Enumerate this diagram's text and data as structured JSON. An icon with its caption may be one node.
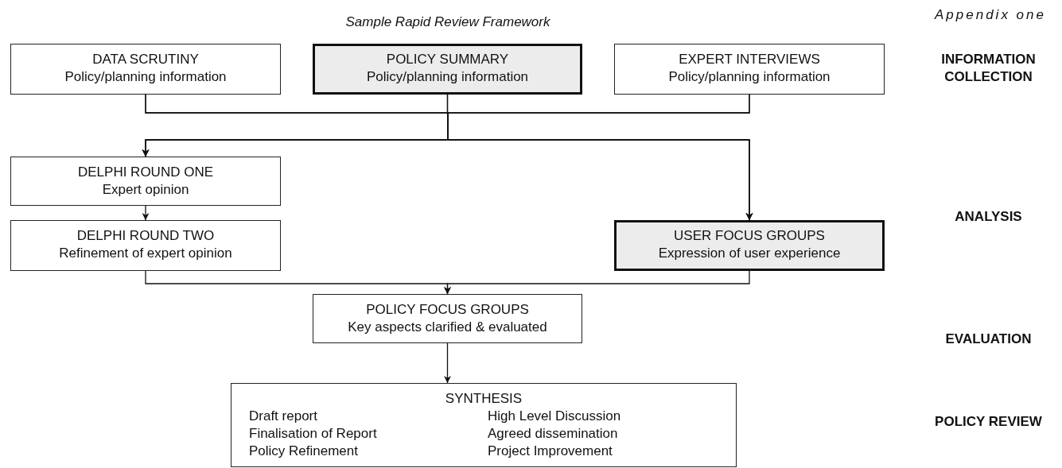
{
  "diagram": {
    "title": "Sample Rapid Review Framework",
    "nodes": [
      {
        "text": [
          "DATA SCRUTINY",
          "Policy/planning information"
        ]
      },
      {
        "text": [
          "POLICY SUMMARY",
          "Policy/planning information"
        ]
      },
      {
        "text": [
          "EXPERT INTERVIEWS",
          "Policy/planning information"
        ]
      },
      {
        "text": [
          "DELPHI ROUND ONE",
          "Expert opinion"
        ]
      },
      {
        "text": [
          "DELPHI ROUND TWO",
          "Refinement of expert opinion"
        ]
      },
      {
        "text": [
          "USER FOCUS GROUPS",
          "Expression of user experience"
        ]
      },
      {
        "text": [
          "POLICY FOCUS GROUPS",
          "Key aspects clarified & evaluated"
        ]
      },
      {
        "text": [
          "SYNTHESIS",
          "Draft report",
          "High Level Discussion",
          "Finalisation of Report",
          "Agreed dissemination",
          "Policy Refinement",
          "Project Improvement"
        ]
      }
    ],
    "edges": [
      {
        "from": 0,
        "to": 3,
        "arrow": "to"
      },
      {
        "from": 0,
        "to": 5,
        "arrow": "to"
      },
      {
        "from": 1,
        "to": 3,
        "arrow": "to"
      },
      {
        "from": 1,
        "to": 5,
        "arrow": "to"
      },
      {
        "from": 2,
        "to": 3,
        "arrow": "to"
      },
      {
        "from": 2,
        "to": 5,
        "arrow": "to"
      },
      {
        "from": 3,
        "to": 4,
        "arrow": "to"
      },
      {
        "from": 4,
        "to": 6,
        "arrow": "to"
      },
      {
        "from": 5,
        "to": 6,
        "arrow": "to"
      },
      {
        "from": 6,
        "to": 7,
        "arrow": "to"
      }
    ],
    "labels": [
      "Appendix one",
      "INFORMATION COLLECTION",
      "ANALYSIS",
      "EVALUATION",
      "POLICY REVIEW"
    ]
  }
}
